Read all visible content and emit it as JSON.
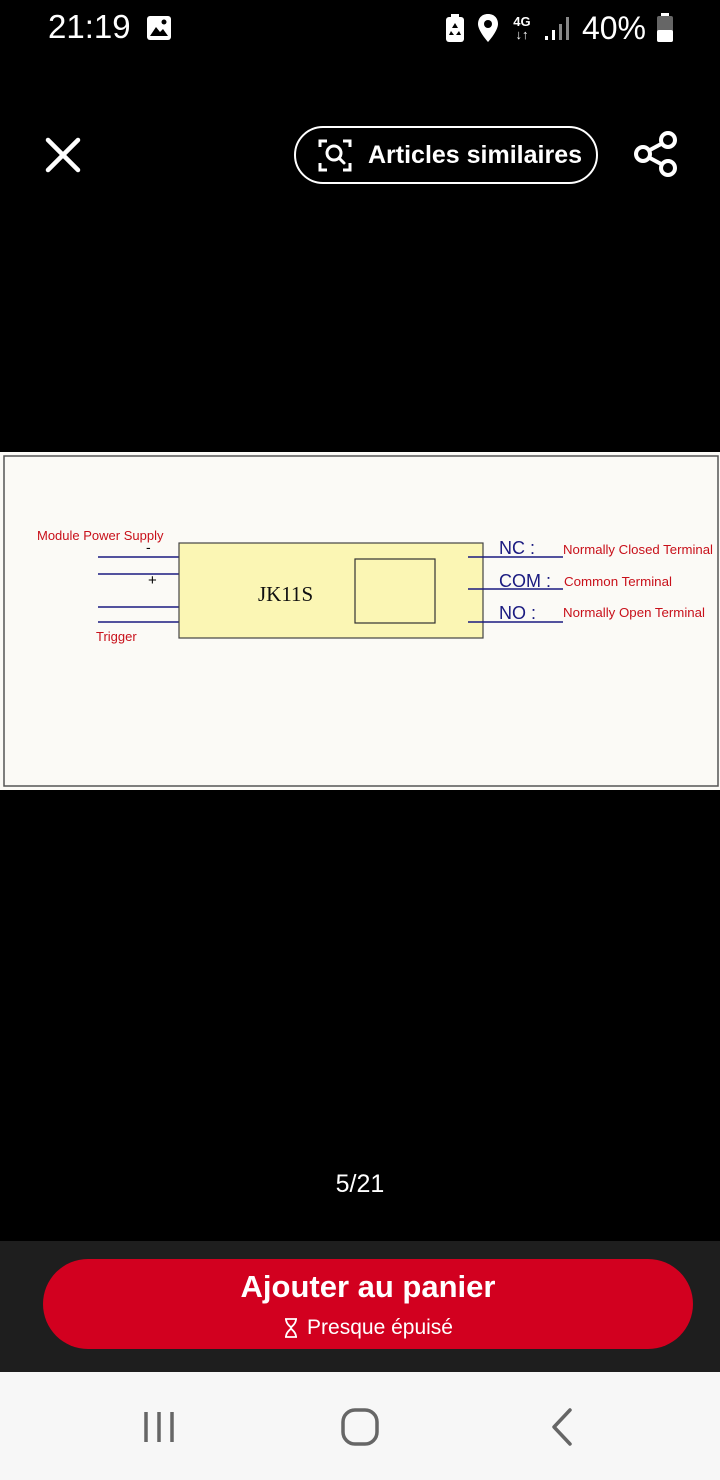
{
  "status_bar": {
    "time": "21:19",
    "network": "4G",
    "battery": "40%",
    "icons": [
      "gallery-icon",
      "recycle-icon",
      "location-icon",
      "data-arrows-icon",
      "signal-icon",
      "battery-icon"
    ]
  },
  "top_bar": {
    "close_icon": "close-icon",
    "similar_label": "Articles similaires",
    "similar_icon": "visual-search-icon",
    "share_icon": "share-icon"
  },
  "diagram": {
    "title": "JK11S",
    "power_label": "Module Power Supply",
    "minus": "-",
    "plus": "+",
    "trigger_label": "Trigger",
    "terminals": [
      {
        "code": "NC :",
        "desc": "Normally Closed Terminal"
      },
      {
        "code": "COM :",
        "desc": "Common Terminal"
      },
      {
        "code": "NO :",
        "desc": "Normally Open Terminal"
      }
    ],
    "colors": {
      "box": "#fbf6b4",
      "line": "#1a1a80",
      "label": "#c8101a"
    }
  },
  "image_counter": "5/21",
  "cart": {
    "label": "Ajouter au panier",
    "stock": "Presque épuisé",
    "stock_icon": "hourglass-icon",
    "color": "#d2001f"
  },
  "nav_bar": {
    "icons": [
      "recent-apps-icon",
      "home-icon",
      "back-icon"
    ]
  }
}
